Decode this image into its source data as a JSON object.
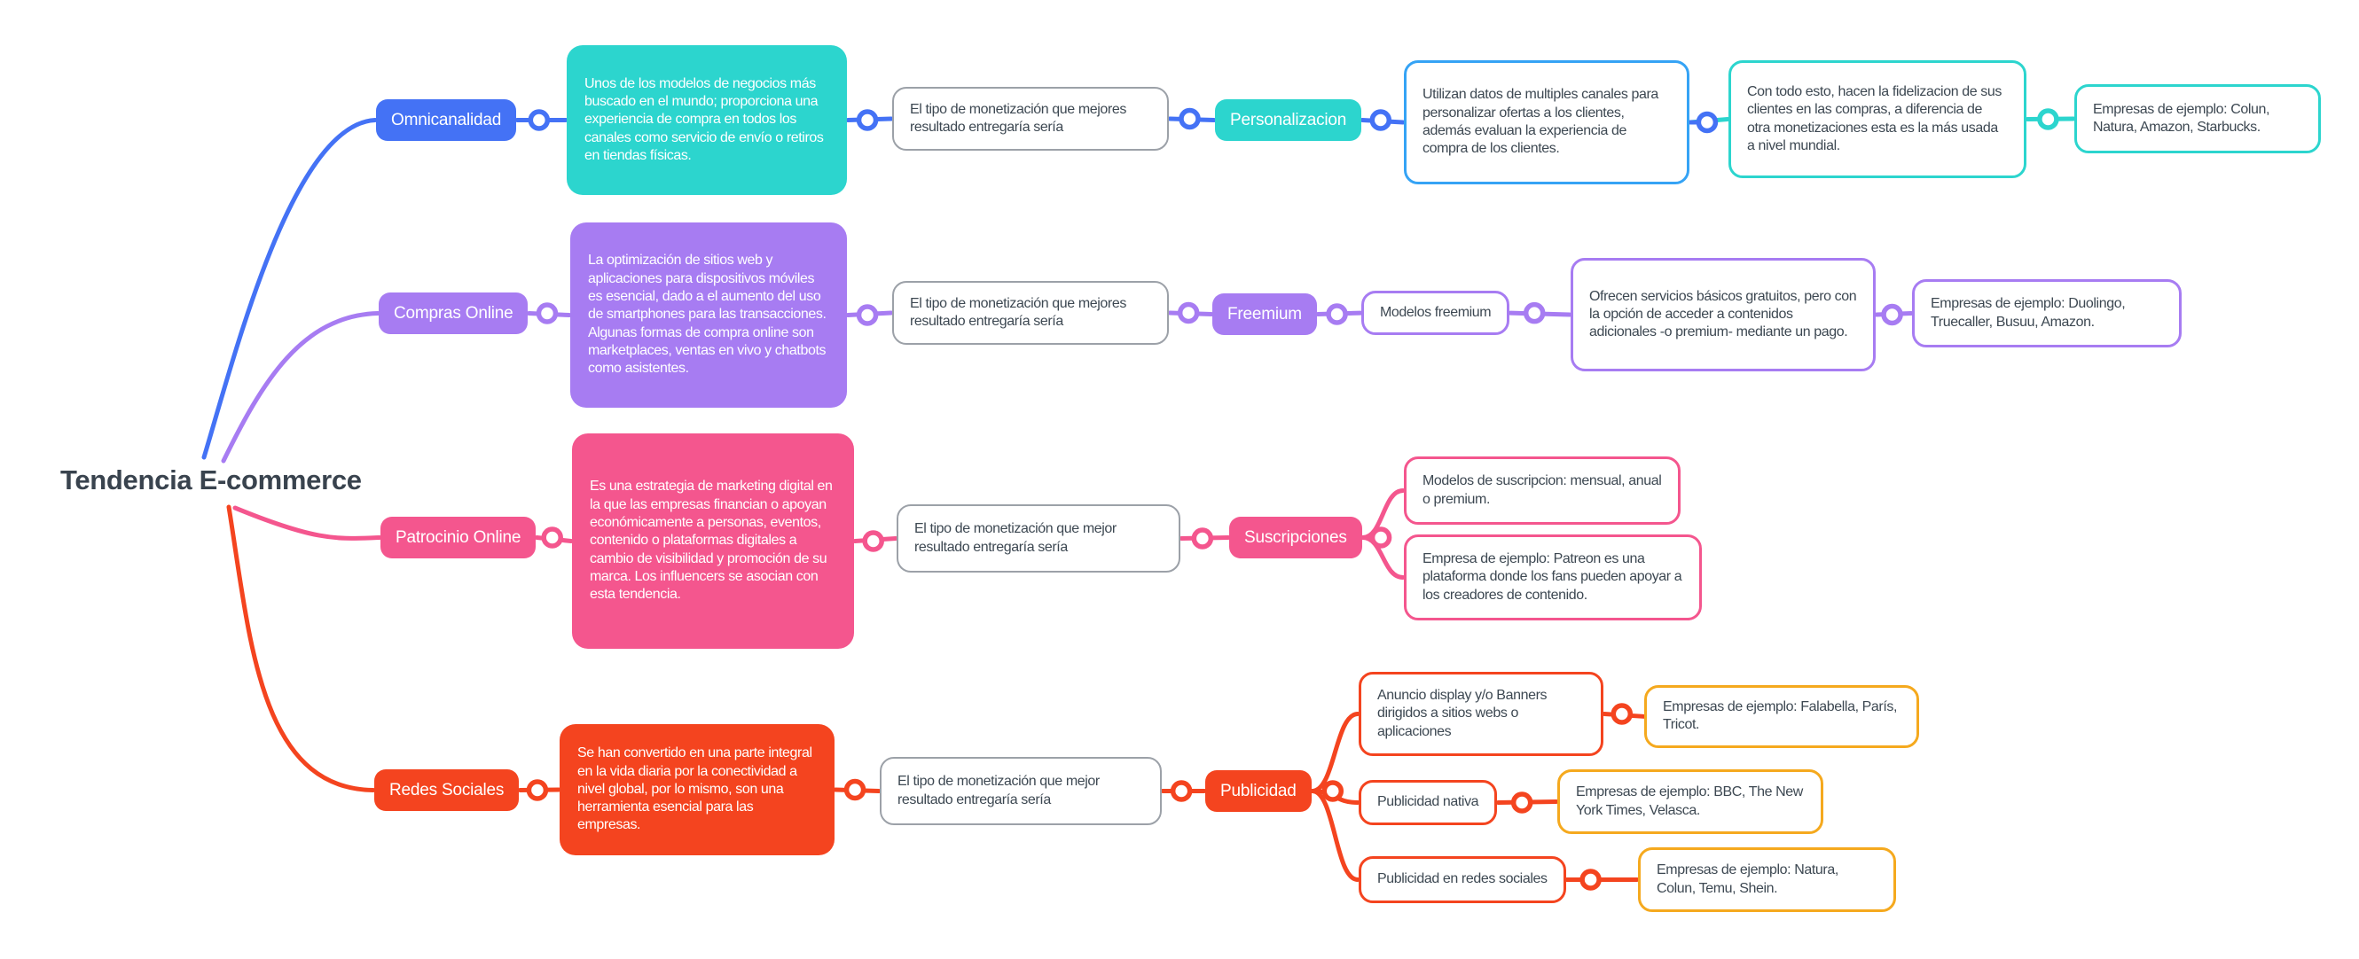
{
  "title": "Tendencia E-commerce",
  "colors": {
    "blue": "#4472F5",
    "lightblue": "#35A3F5",
    "teal": "#2CD5CE",
    "purple": "#A77CF2",
    "pink": "#F4568E",
    "red": "#F4441F",
    "yellow": "#F5A91E",
    "gray": "#9CA1A8",
    "text": "#3D4852"
  },
  "root": {
    "label": "Tendencia E-commerce"
  },
  "branches": {
    "omnicanalidad": {
      "label": "Omnicanalidad",
      "description": "Unos de los modelos de negocios más buscado en el mundo; proporciona una experiencia de compra en todos los canales como servicio de envío o retiros en tiendas físicas.",
      "monetization_note": "El tipo de monetización que mejores resultado entregaría sería",
      "monetization_type": "Personalizacion",
      "detail_1": "Utilizan datos de multiples canales para personalizar ofertas a los clientes, además evaluan la experiencia de compra de los clientes.",
      "detail_2": "Con todo esto, hacen la fidelizacion de sus clientes en las compras, a diferencia de otra monetizaciones esta es la más usada a nivel mundial.",
      "examples": "Empresas de ejemplo: Colun, Natura, Amazon, Starbucks."
    },
    "compras_online": {
      "label": "Compras Online",
      "description": "La optimización de sitios web y aplicaciones para dispositivos móviles es esencial, dado a el aumento del uso de smartphones para las transacciones. Algunas formas de compra online son marketplaces, ventas en vivo y chatbots como asistentes.",
      "monetization_note": "El tipo de monetización que mejores resultado entregaría sería",
      "monetization_type": "Freemium",
      "model": "Modelos freemium",
      "detail": "Ofrecen servicios básicos gratuitos, pero con la opción de acceder a contenidos adicionales -o premium- mediante un pago.",
      "examples": "Empresas de ejemplo: Duolingo, Truecaller, Busuu, Amazon."
    },
    "patrocinio_online": {
      "label": "Patrocinio Online",
      "description": "Es una estrategia de marketing digital en la que las empresas financian o apoyan económicamente a personas, eventos, contenido o plataformas digitales a cambio de visibilidad y promoción de su marca. Los influencers se asocian con esta tendencia.",
      "monetization_note": "El tipo de monetización que mejor resultado entregaría sería",
      "monetization_type": "Suscripciones",
      "models": "Modelos de suscripcion: mensual, anual o premium.",
      "example": "Empresa de ejemplo: Patreon es una plataforma donde los fans pueden apoyar a los creadores de contenido."
    },
    "redes_sociales": {
      "label": "Redes Sociales",
      "description": "Se han convertido en una parte integral en la vida diaria por la conectividad a nivel global, por lo mismo, son una herramienta esencial para las empresas.",
      "monetization_note": "El tipo de monetización que mejor resultado entregaría sería",
      "monetization_type": "Publicidad",
      "sub_1": "Anuncio display y/o Banners dirigidos a sitios webs o aplicaciones",
      "sub_1_examples": "Empresas de ejemplo: Falabella, París, Tricot.",
      "sub_2": "Publicidad nativa",
      "sub_2_examples": "Empresas de ejemplo: BBC, The New York Times, Velasca.",
      "sub_3": "Publicidad en redes sociales",
      "sub_3_examples": "Empresas de ejemplo: Natura, Colun, Temu, Shein."
    }
  }
}
